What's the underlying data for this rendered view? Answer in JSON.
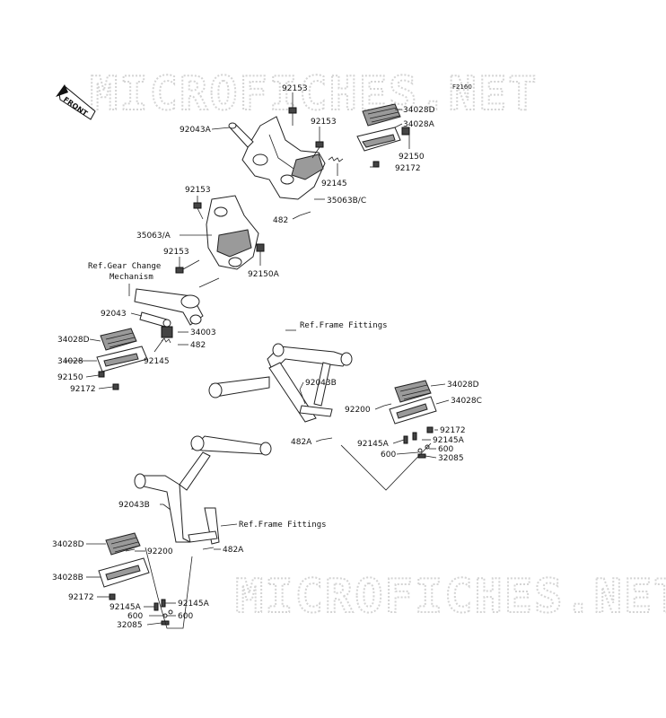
{
  "watermark": "MICROFICHES.NET",
  "figure_code": "F2160",
  "front_label": "FRONT",
  "callouts": {
    "c92153_a": "92153",
    "c92043A": "92043A",
    "c92153_b": "92153",
    "c34028D_a": "34028D",
    "c34028A": "34028A",
    "c92150_a": "92150",
    "c92172_a": "92172",
    "c92145_a": "92145",
    "c35063BC": "35063B/C",
    "c482_a": "482",
    "c92153_c": "92153",
    "c35063A": "35063/A",
    "c92153_d": "92153",
    "c92150A": "92150A",
    "c92043_a": "92043",
    "c34003": "34003",
    "c482_b": "482",
    "c34028D_b": "34028D",
    "c34028_a": "34028",
    "c92145_b": "92145",
    "c92150_b": "92150",
    "c92172_b": "92172",
    "c92043B_a": "92043B",
    "c34028D_c": "34028D",
    "c34028C": "34028C",
    "c92200_a": "92200",
    "c92172_c": "92172",
    "c482A_a": "482A",
    "c92145A_a": "92145A",
    "c92145A_b": "92145A",
    "c600_a": "600",
    "c600_b": "600",
    "c32085_a": "32085",
    "c92043B_b": "92043B",
    "c34028D_d": "34028D",
    "c92200_b": "92200",
    "c482A_b": "482A",
    "c34028B": "34028B",
    "c92172_d": "92172",
    "c92145A_c": "92145A",
    "c92145A_d": "92145A",
    "c600_c": "600",
    "c600_d": "600",
    "c32085_b": "32085"
  },
  "references": {
    "gear_change_line1": "Ref.Gear Change",
    "gear_change_line2": "Mechanism",
    "frame_fittings_1": "Ref.Frame Fittings",
    "frame_fittings_2": "Ref.Frame Fittings"
  }
}
